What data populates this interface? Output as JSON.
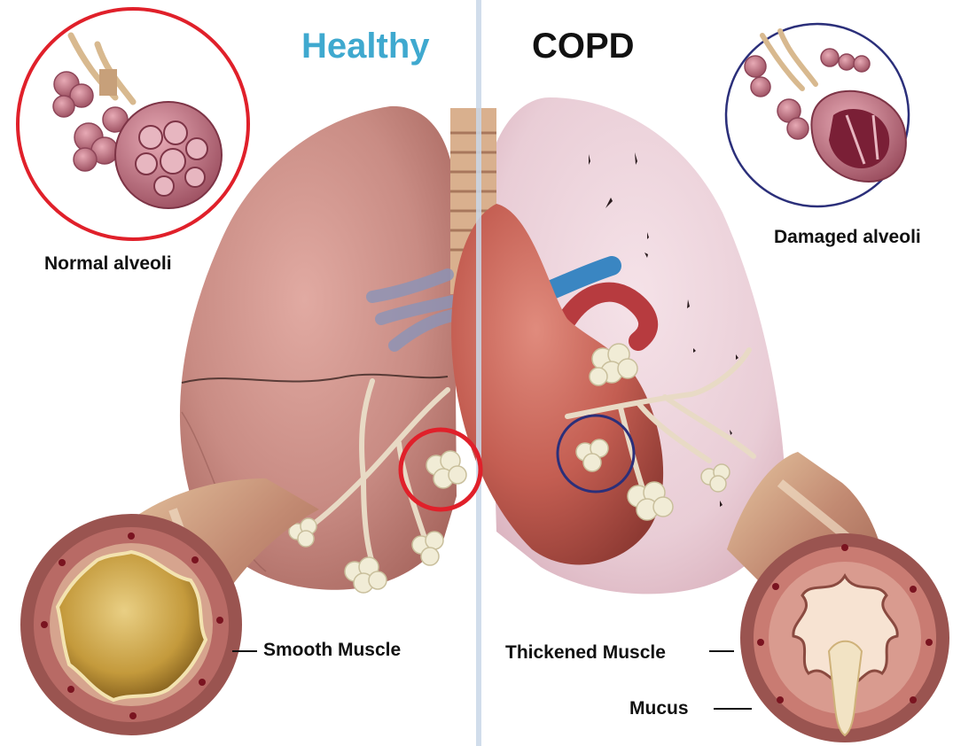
{
  "titles": {
    "healthy": "Healthy",
    "copd": "COPD"
  },
  "labels": {
    "normal_alveoli": "Normal alveoli",
    "damaged_alveoli": "Damaged alveoli",
    "smooth_muscle": "Smooth Muscle",
    "thickened_muscle": "Thickened Muscle",
    "mucus": "Mucus"
  },
  "colors": {
    "healthy_title": "#3fa9cf",
    "copd_title": "#111111",
    "healthy_circle": "#e0202a",
    "copd_circle": "#2b2f7a",
    "healthy_lung": "#c88a82",
    "copd_lung": "#ecd4dc",
    "divider": "#c9d7e8"
  }
}
